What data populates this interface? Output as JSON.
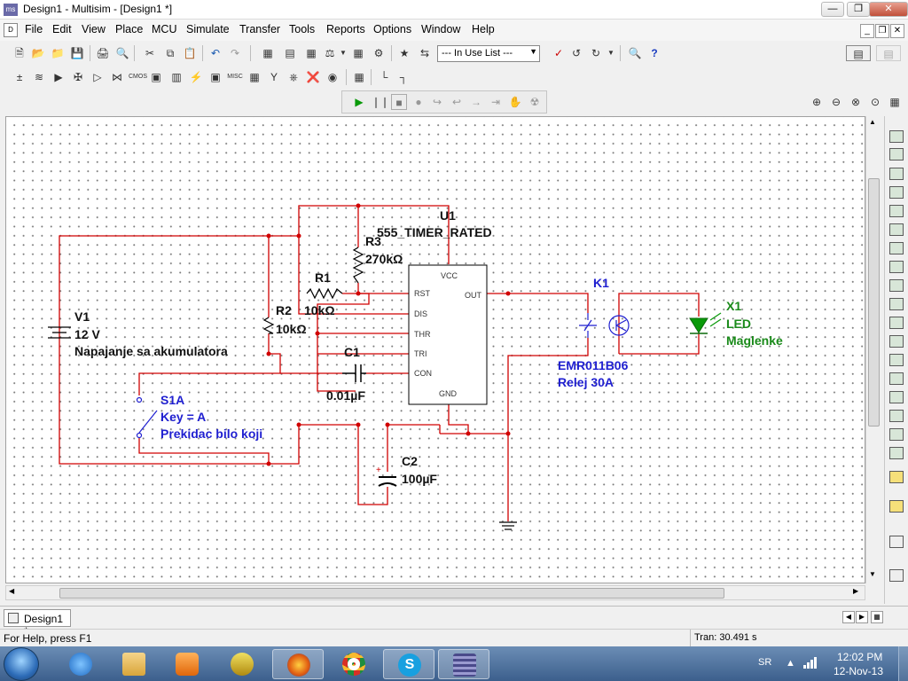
{
  "window": {
    "title": "Design1 - Multisim - [Design1 *]",
    "app_icon": "multisim-icon"
  },
  "menu": {
    "items": [
      "File",
      "Edit",
      "View",
      "Place",
      "MCU",
      "Simulate",
      "Transfer",
      "Tools",
      "Reports",
      "Options",
      "Window",
      "Help"
    ]
  },
  "toolbar": {
    "in_use_list": "--- In Use List ---"
  },
  "schematic": {
    "v1": {
      "ref": "V1",
      "value": "12 V",
      "desc": "Napajanje sa akumulatora"
    },
    "u1": {
      "ref": "U1",
      "part": "555_TIMER_RATED",
      "pins": {
        "vcc": "VCC",
        "rst": "RST",
        "out": "OUT",
        "dis": "DIS",
        "thr": "THR",
        "tri": "TRI",
        "con": "CON",
        "gnd": "GND"
      }
    },
    "r3": {
      "ref": "R3",
      "value": "270kΩ"
    },
    "r1": {
      "ref": "R1",
      "value": "10kΩ"
    },
    "r2": {
      "ref": "R2",
      "value": "10kΩ"
    },
    "c1": {
      "ref": "C1",
      "value": "0.01µF"
    },
    "c2": {
      "ref": "C2",
      "value": "100µF",
      "polarity": "+"
    },
    "s1": {
      "ref": "S1A",
      "key": "Key = A",
      "desc": "Prekidac bilo koji"
    },
    "k1": {
      "ref": "K1",
      "part": "EMR011B06",
      "desc": "Relej 30A"
    },
    "x1": {
      "ref": "X1",
      "part": "LED",
      "desc": "Maglenke"
    },
    "colors": {
      "wire": "#d00000",
      "blue_wire": "#0000c0",
      "component": "#000000",
      "blue_label": "#1f1fd0",
      "green_label": "#1a8a1a"
    }
  },
  "tabs": [
    {
      "label": "Design1 *"
    }
  ],
  "status": {
    "help": "For Help, press F1",
    "tran": "Tran: 30.491 s"
  },
  "taskbar": {
    "apps": [
      "internet-explorer-icon",
      "file-explorer-icon",
      "media-player-icon",
      "winamp-icon",
      "firefox-icon",
      "chrome-icon",
      "skype-icon",
      "multisim-icon"
    ],
    "lang": "SR",
    "time": "12:02 PM",
    "date": "12-Nov-13"
  }
}
